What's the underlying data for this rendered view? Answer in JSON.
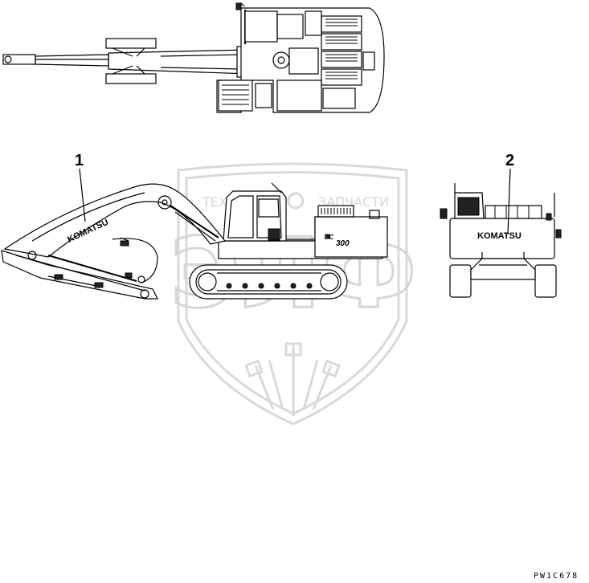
{
  "callouts": [
    {
      "label": "1"
    },
    {
      "label": "2"
    }
  ],
  "decal_text": {
    "boom": "KOMATSU",
    "counterweight": "KOMATSU",
    "model_badge_top": "PC",
    "model_badge_bottom": "300"
  },
  "watermark": {
    "text_left": "ТЕХНИКА",
    "text_right": "ЗАПЧАСТИ",
    "letters": "ЭЛФ"
  },
  "drawing_code": "PW1C678"
}
